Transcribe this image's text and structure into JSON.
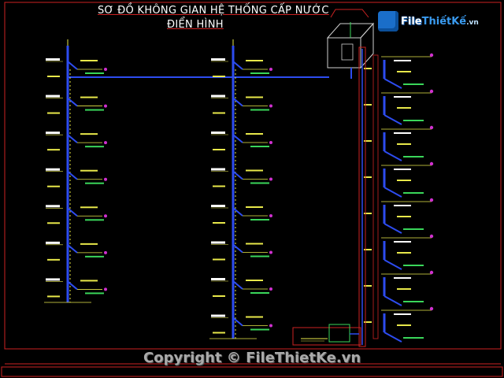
{
  "drawing": {
    "title_line1": "SƠ ĐỒ KHÔNG GIAN HỆ THỐNG CẤP NƯỚC",
    "title_line2": "ĐIỂN HÌNH"
  },
  "watermark": {
    "logo_prefix": "File",
    "logo_main": "ThiếtKế",
    "logo_suffix": ".vn",
    "copyright": "Copyright © FileThietKe.vn"
  },
  "colors": {
    "background": "#000000",
    "border": "#cc2222",
    "pipe_main": "#2d4cf0",
    "pipe_blue": "#1e3aff",
    "label_yellow": "#e8e84a",
    "label_green": "#3ad65a",
    "label_magenta": "#d030d0",
    "label_white": "#ffffff",
    "tank_outline": "#cfcfcf"
  }
}
